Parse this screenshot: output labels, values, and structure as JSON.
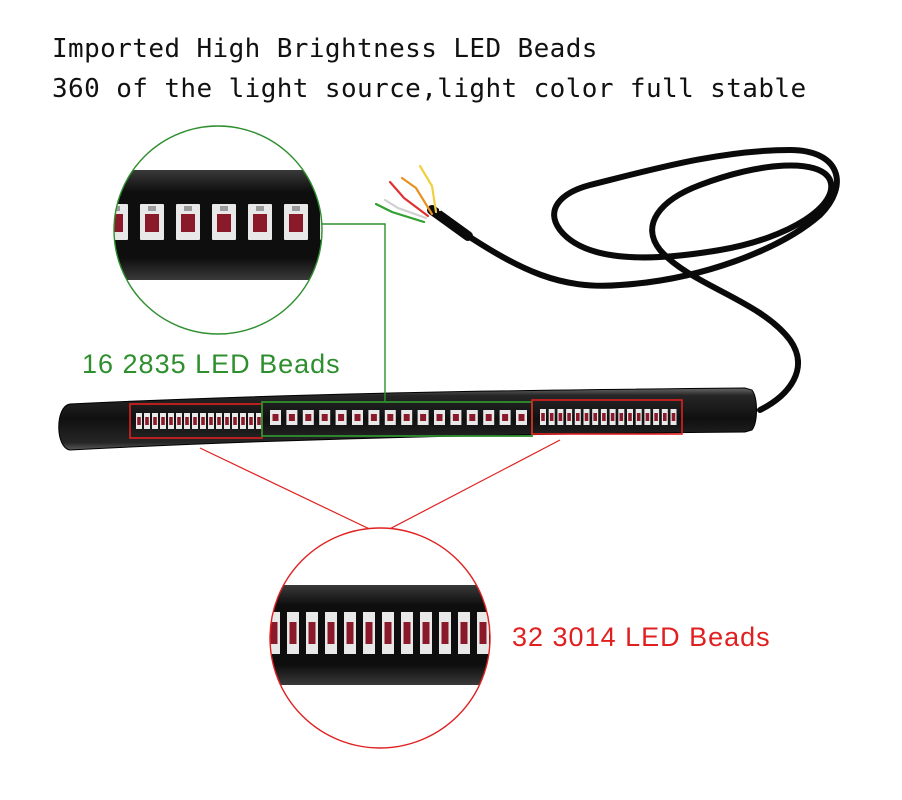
{
  "headline": {
    "line1": "Imported High Brightness LED Beads",
    "line2": "360 of the light source,light color full stable"
  },
  "callouts": {
    "green": {
      "label": "16 2835 LED Beads",
      "count": 16,
      "color": "#2e8f2e"
    },
    "red": {
      "label": "32 3014 LED Beads",
      "count": 32,
      "color": "#e02020"
    }
  },
  "colors": {
    "strip_body": "#141414",
    "led_lit": "#8a1a2a",
    "led_pad": "#e8e8e8",
    "cable": "#0a0a0a",
    "wires": [
      "#ffffff",
      "#f0d040",
      "#e89020",
      "#e03030",
      "#d0d0d0",
      "#30a030"
    ]
  }
}
